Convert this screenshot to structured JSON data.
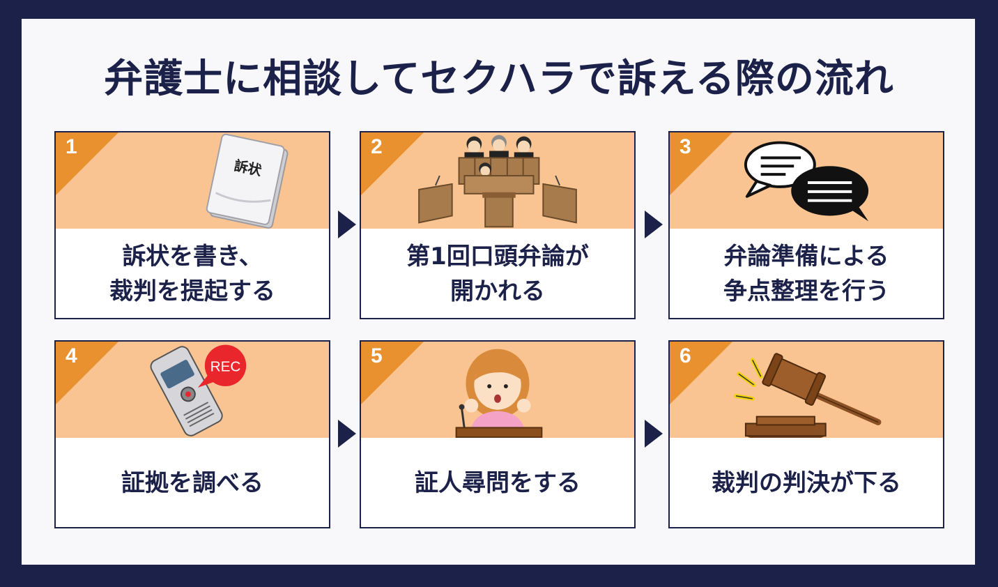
{
  "title": "弁護士に相談してセクハラで訴える際の流れ",
  "steps": [
    {
      "number": "1",
      "label": "訴状を書き、\n裁判を提起する",
      "document_text": "訴状"
    },
    {
      "number": "2",
      "label": "第1回口頭弁論が\n開かれる"
    },
    {
      "number": "3",
      "label": "弁論準備による\n争点整理を行う"
    },
    {
      "number": "4",
      "label": "証拠を調べる",
      "badge": "REC"
    },
    {
      "number": "5",
      "label": "証人尋問をする"
    },
    {
      "number": "6",
      "label": "裁判の判決が下る"
    }
  ],
  "colors": {
    "navy": "#1b2148",
    "peach": "#f9c491",
    "orange": "#e8912e",
    "rec_red": "#e8262b"
  },
  "icons": [
    "document-icon",
    "courtroom-icon",
    "speech-bubbles-icon",
    "voice-recorder-icon",
    "witness-icon",
    "gavel-icon"
  ]
}
